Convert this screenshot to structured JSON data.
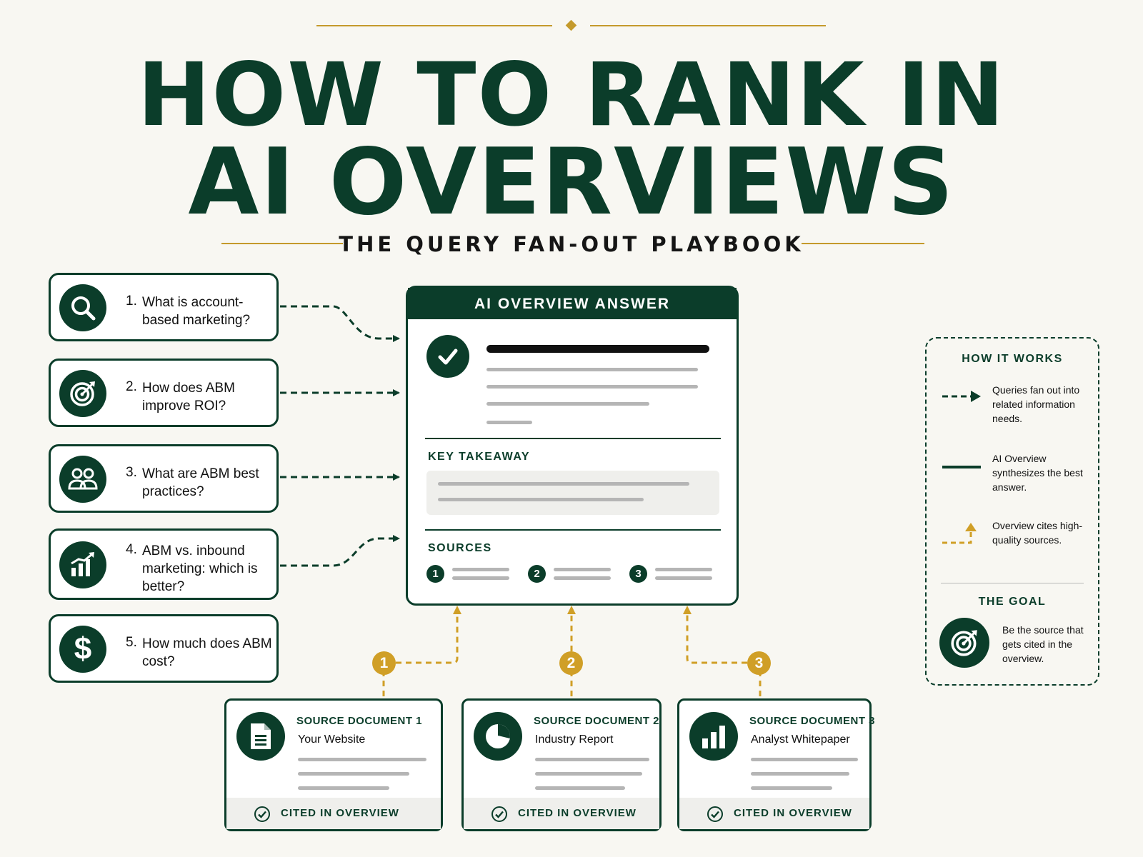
{
  "header": {
    "title_line1": "HOW TO RANK IN",
    "title_line2": "AI OVERVIEWS",
    "subtitle": "THE QUERY FAN-OUT PLAYBOOK"
  },
  "queries": [
    {
      "number": "1.",
      "text": "What is account-based marketing?",
      "icon": "search-icon"
    },
    {
      "number": "2.",
      "text": "How does ABM improve ROI?",
      "icon": "target-icon"
    },
    {
      "number": "3.",
      "text": "What are ABM best practices?",
      "icon": "people-icon"
    },
    {
      "number": "4.",
      "text": "ABM vs. inbound marketing: which is better?",
      "icon": "bar-chart-growth-icon"
    },
    {
      "number": "5.",
      "text": "How much does ABM cost?",
      "icon": "dollar-icon"
    }
  ],
  "answer": {
    "header": "AI OVERVIEW ANSWER",
    "key_takeaway_label": "KEY TAKEAWAY",
    "sources_label": "SOURCES",
    "source_numbers": [
      "1",
      "2",
      "3"
    ]
  },
  "citation_badges": [
    "1",
    "2",
    "3"
  ],
  "source_documents": [
    {
      "title": "SOURCE DOCUMENT 1",
      "subtitle": "Your Website",
      "icon": "document-icon",
      "status": "CITED IN OVERVIEW"
    },
    {
      "title": "SOURCE DOCUMENT 2",
      "subtitle": "Industry Report",
      "icon": "pie-chart-icon",
      "status": "CITED IN OVERVIEW"
    },
    {
      "title": "SOURCE DOCUMENT 3",
      "subtitle": "Analyst Whitepaper",
      "icon": "bar-chart-icon",
      "status": "CITED IN OVERVIEW"
    }
  ],
  "legend": {
    "title": "HOW IT WORKS",
    "items": [
      {
        "text": "Queries fan out into related information needs."
      },
      {
        "text": "AI Overview synthesizes the best answer."
      },
      {
        "text": "Overview cites high-quality sources."
      }
    ],
    "goal_title": "THE GOAL",
    "goal_text": "Be the source that gets cited in the overview."
  },
  "colors": {
    "brand_green": "#0b3d2a",
    "gold": "#d09f27",
    "background": "#f8f7f2"
  }
}
